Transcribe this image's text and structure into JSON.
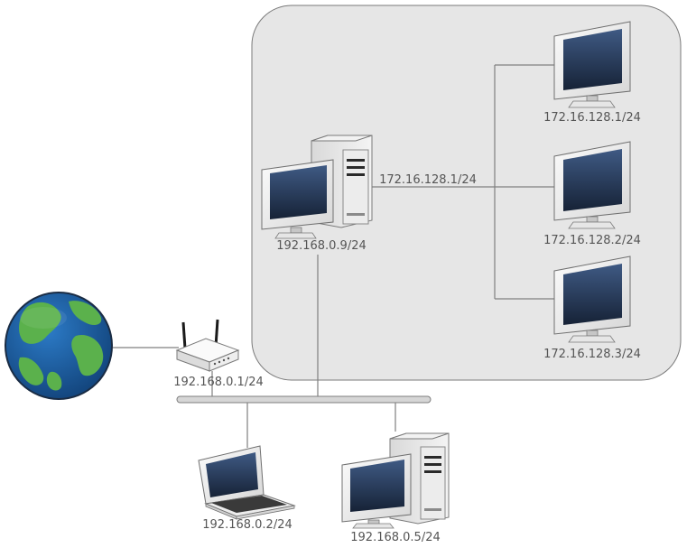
{
  "labels": {
    "internet": "",
    "router": "192.168.0.1/24",
    "gateway_lan": "192.168.0.9/24",
    "gateway_internal": "172.16.128.1/24",
    "client_1": "172.16.128.1/24",
    "client_2": "172.16.128.2/24",
    "client_3": "172.16.128.3/24",
    "laptop": "192.168.0.2/24",
    "workstation": "192.168.0.5/24"
  },
  "colors": {
    "zone_fill": "#e6e6e6",
    "zone_stroke": "#7a7a7a",
    "line": "#7f7f7f",
    "label": "#555555",
    "globe_ocean": "#1d5fa5",
    "globe_land": "#5bb14c"
  },
  "icons": {
    "internet": "globe-icon",
    "router": "wireless-router-icon",
    "gateway": "desktop-computer-icon",
    "clients": "monitor-icon",
    "laptop": "laptop-icon",
    "workstation": "desktop-computer-icon"
  }
}
